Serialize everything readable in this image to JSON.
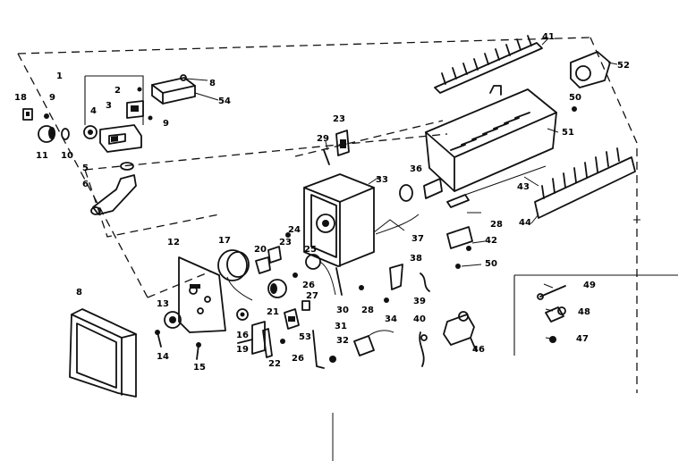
{
  "callouts": [
    "1",
    "2",
    "3",
    "4",
    "5",
    "6",
    "8",
    "8",
    "9",
    "9",
    "10",
    "11",
    "12",
    "13",
    "14",
    "15",
    "16",
    "17",
    "18",
    "19",
    "20",
    "21",
    "22",
    "23",
    "23",
    "24",
    "25",
    "26",
    "26",
    "27",
    "28",
    "28",
    "29",
    "30",
    "31",
    "32",
    "33",
    "34",
    "36",
    "37",
    "38",
    "39",
    "40",
    "41",
    "42",
    "43",
    "44",
    "46",
    "47",
    "48",
    "49",
    "50",
    "50",
    "51",
    "52",
    "53",
    "54"
  ]
}
